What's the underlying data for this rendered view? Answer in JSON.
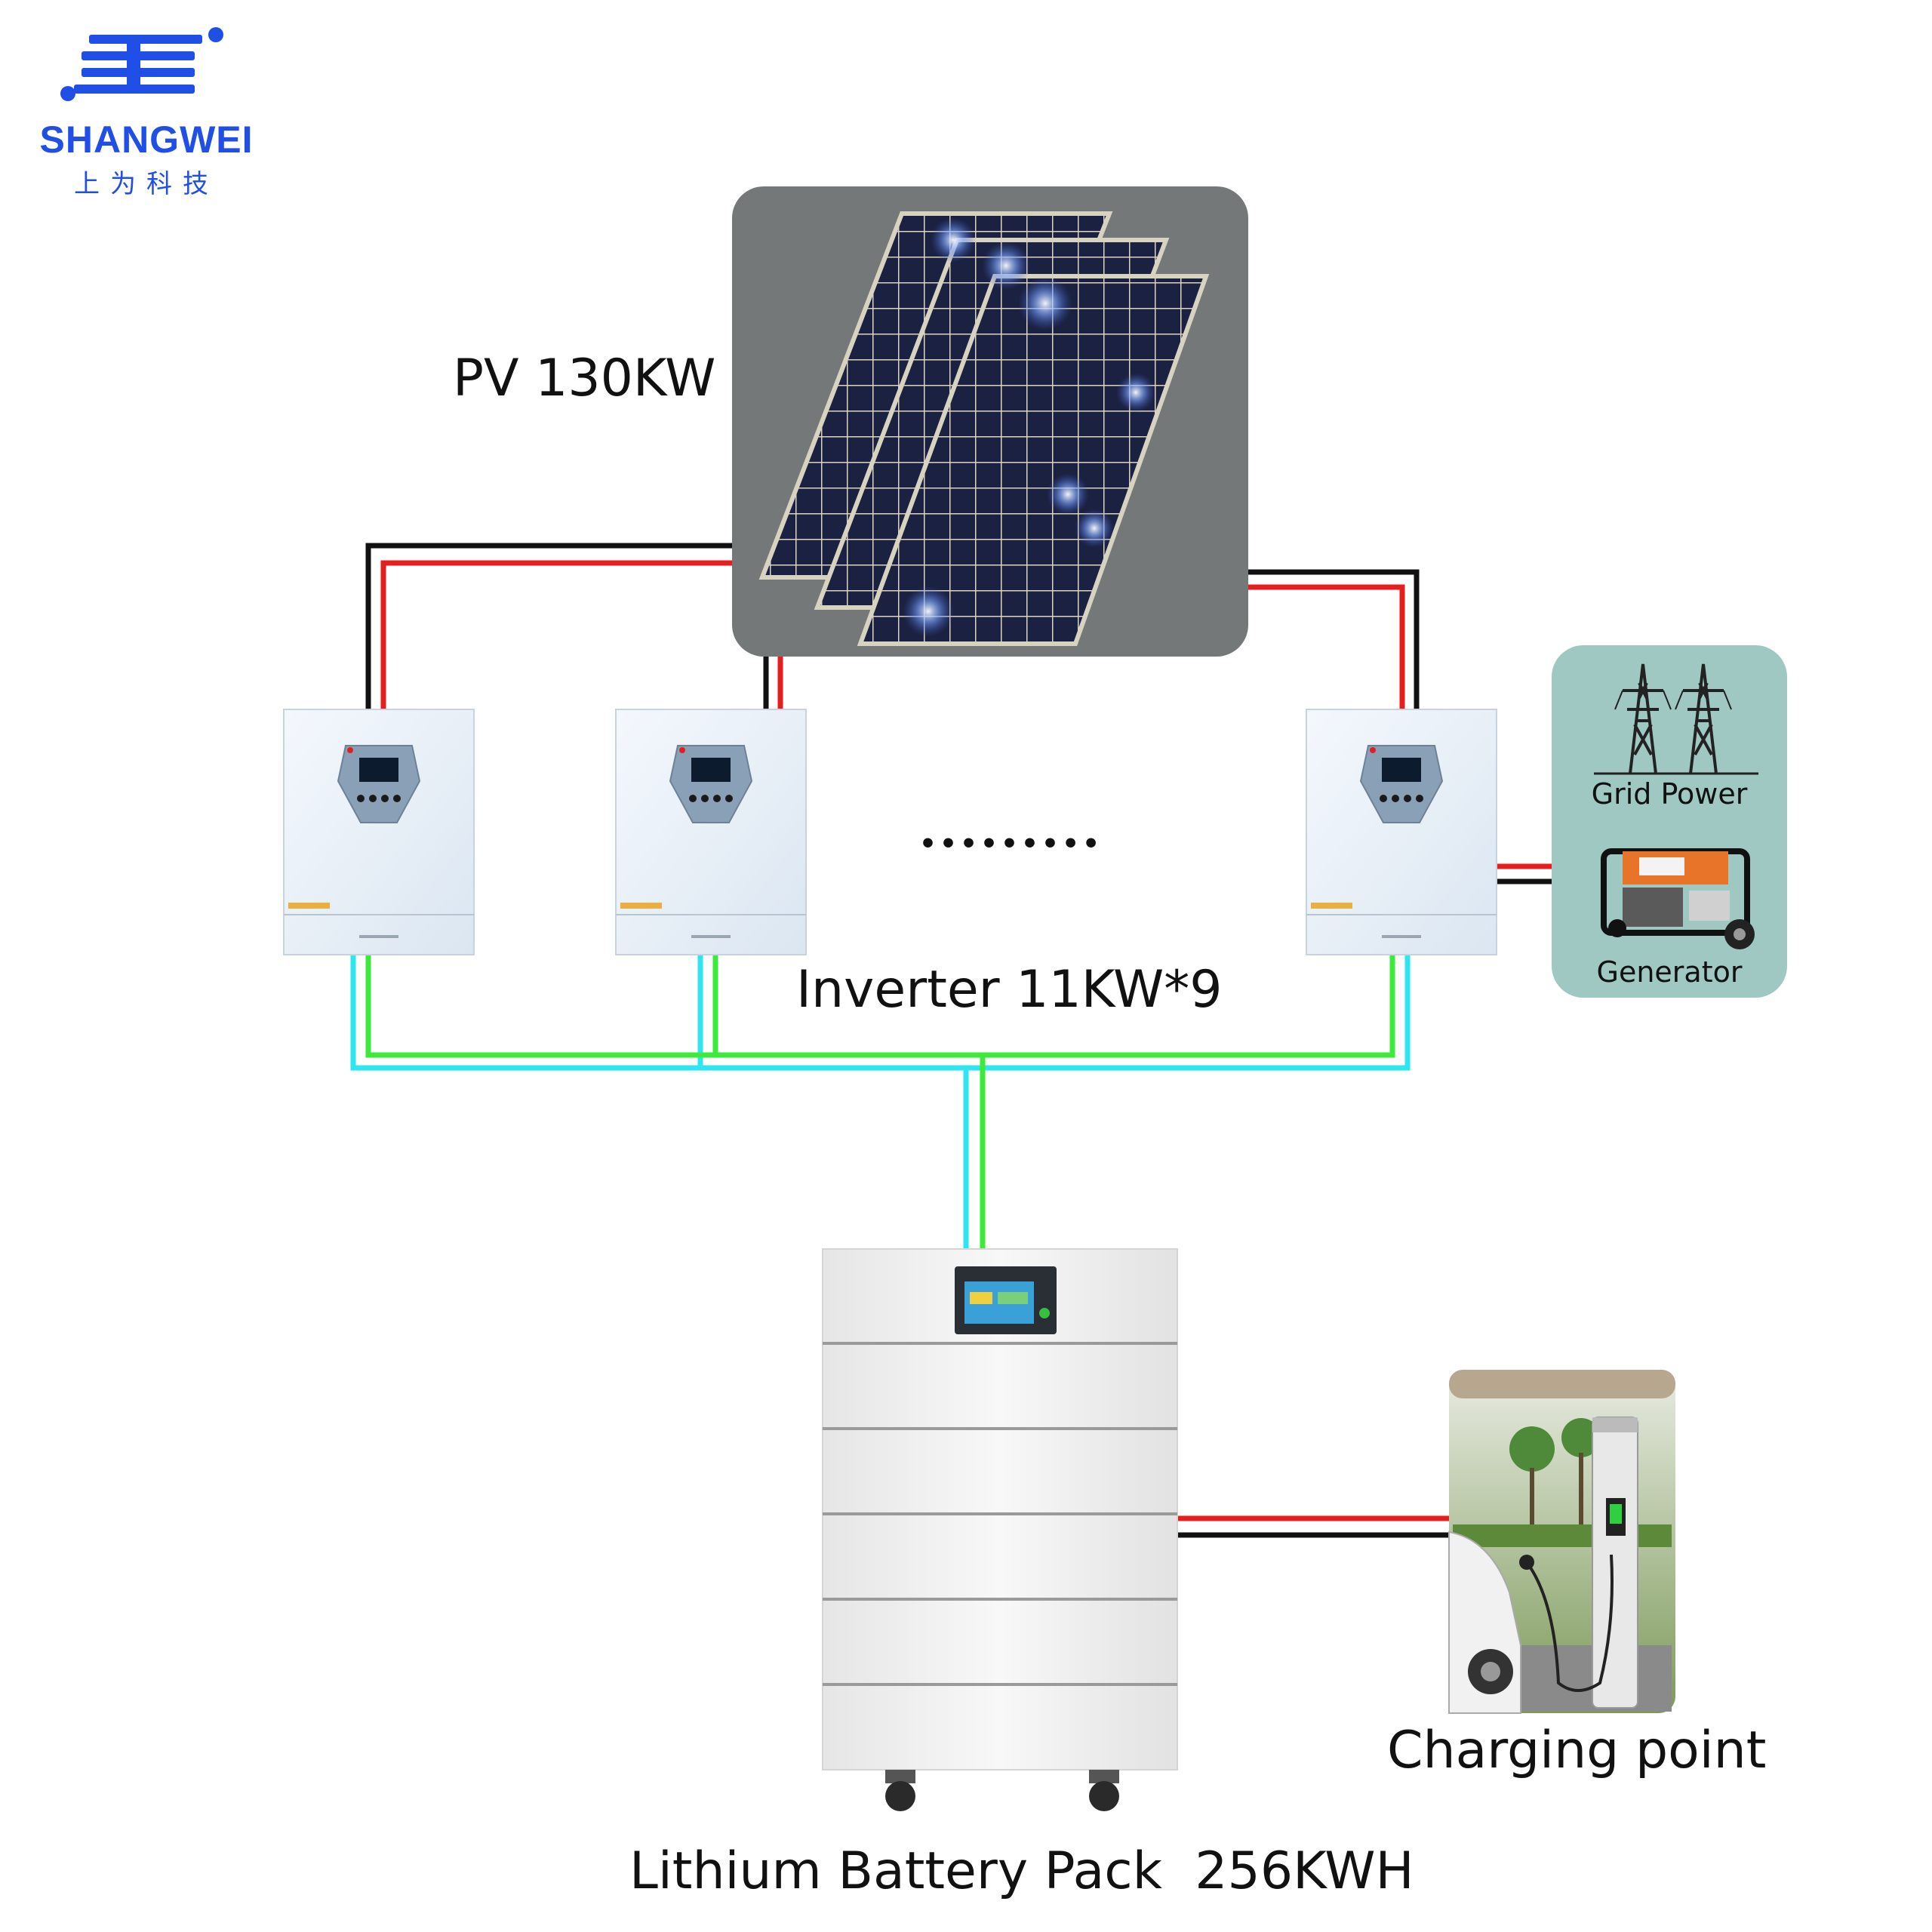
{
  "logo": {
    "wordmark": "SHANGWEI",
    "chinese": "上为科技",
    "color": "#1f4fe6"
  },
  "components": {
    "pv": {
      "label": "PV 130KW"
    },
    "inverter": {
      "label": "Inverter 11KW*9",
      "ellipsis": "•••••••••"
    },
    "grid": {
      "label": "Grid Power"
    },
    "generator": {
      "label": "Generator"
    },
    "battery": {
      "label": "Lithium Battery Pack  256KWH"
    },
    "charging": {
      "label": "Charging point"
    }
  },
  "colors": {
    "positive_wire": "#e61e1e",
    "negative_wire": "#111111",
    "ac_wire_cyan": "#2ee6f2",
    "ac_wire_green": "#3bea3b",
    "pv_box_bg": "#757878",
    "source_box_bg": "#9fc8c2"
  }
}
